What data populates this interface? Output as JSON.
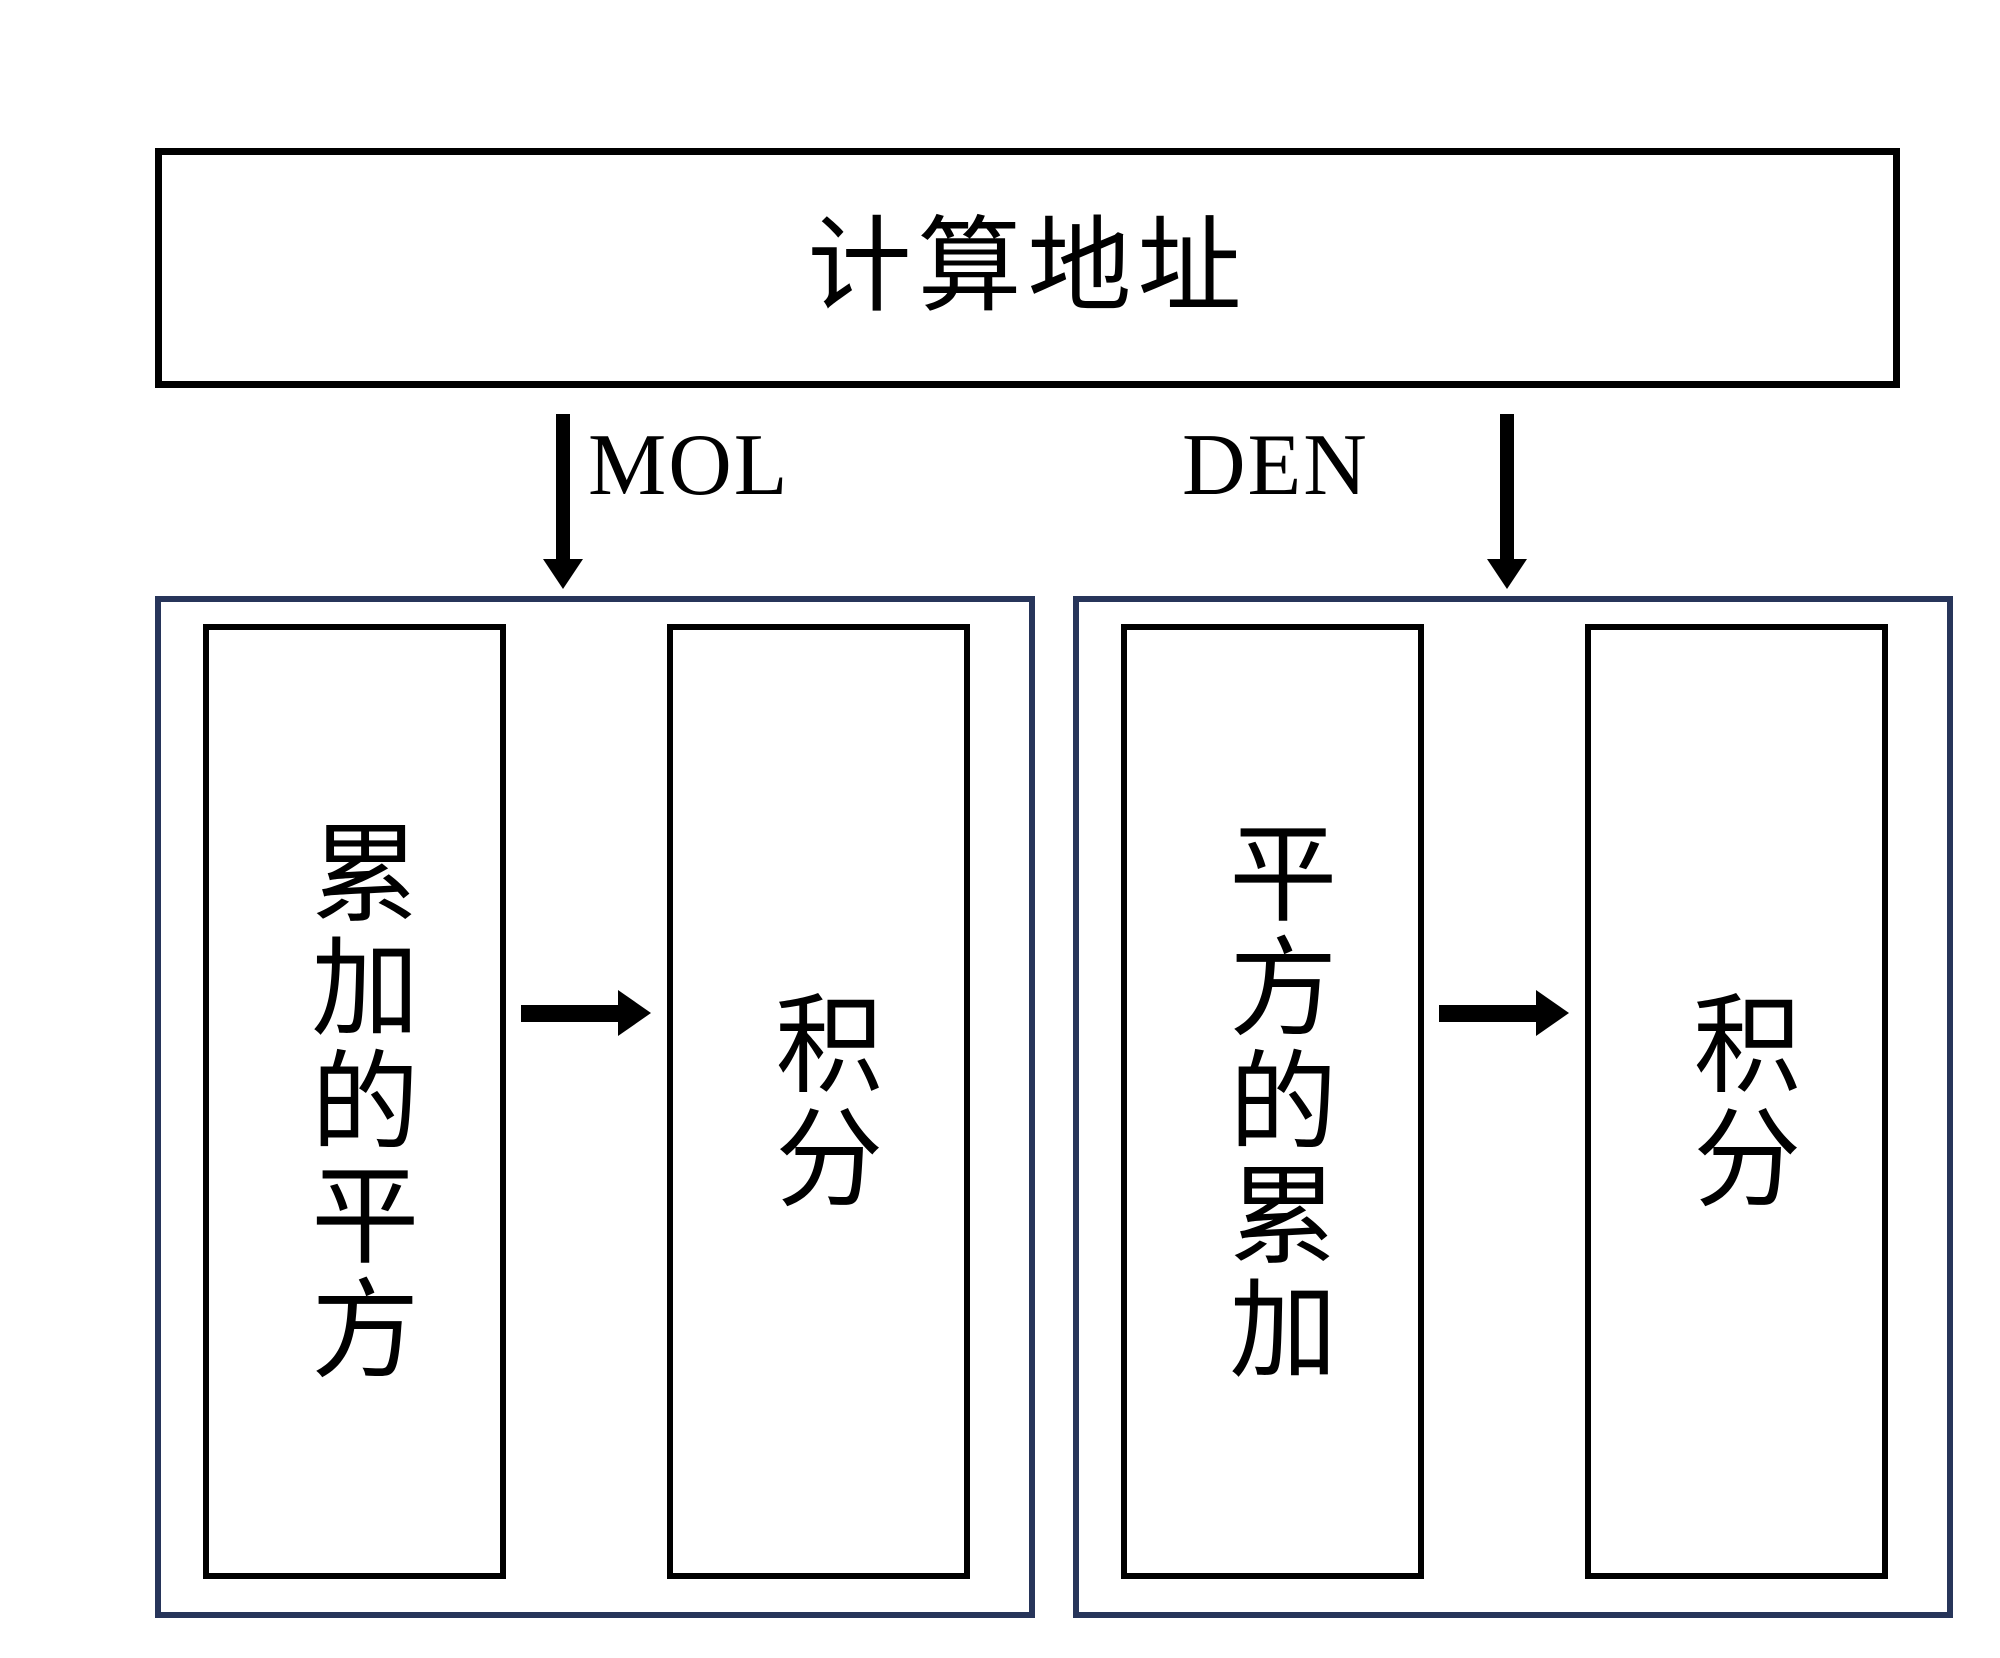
{
  "diagram": {
    "title_box": {
      "label": "计算地址"
    },
    "branches": [
      {
        "key": "mol",
        "edge_label": "MOL",
        "arrow_icon": "arrow-down-icon",
        "stages": [
          {
            "label": "累加的平方"
          },
          {
            "label": "积分"
          }
        ],
        "stage_connector_icon": "arrow-right-icon"
      },
      {
        "key": "den",
        "edge_label": "DEN",
        "arrow_icon": "arrow-down-icon",
        "stages": [
          {
            "label": "平方的累加"
          },
          {
            "label": "积分"
          }
        ],
        "stage_connector_icon": "arrow-right-icon"
      }
    ],
    "colors": {
      "panel_border": "#27355a",
      "box_border": "#000000",
      "text": "#000000",
      "background": "#ffffff"
    }
  }
}
